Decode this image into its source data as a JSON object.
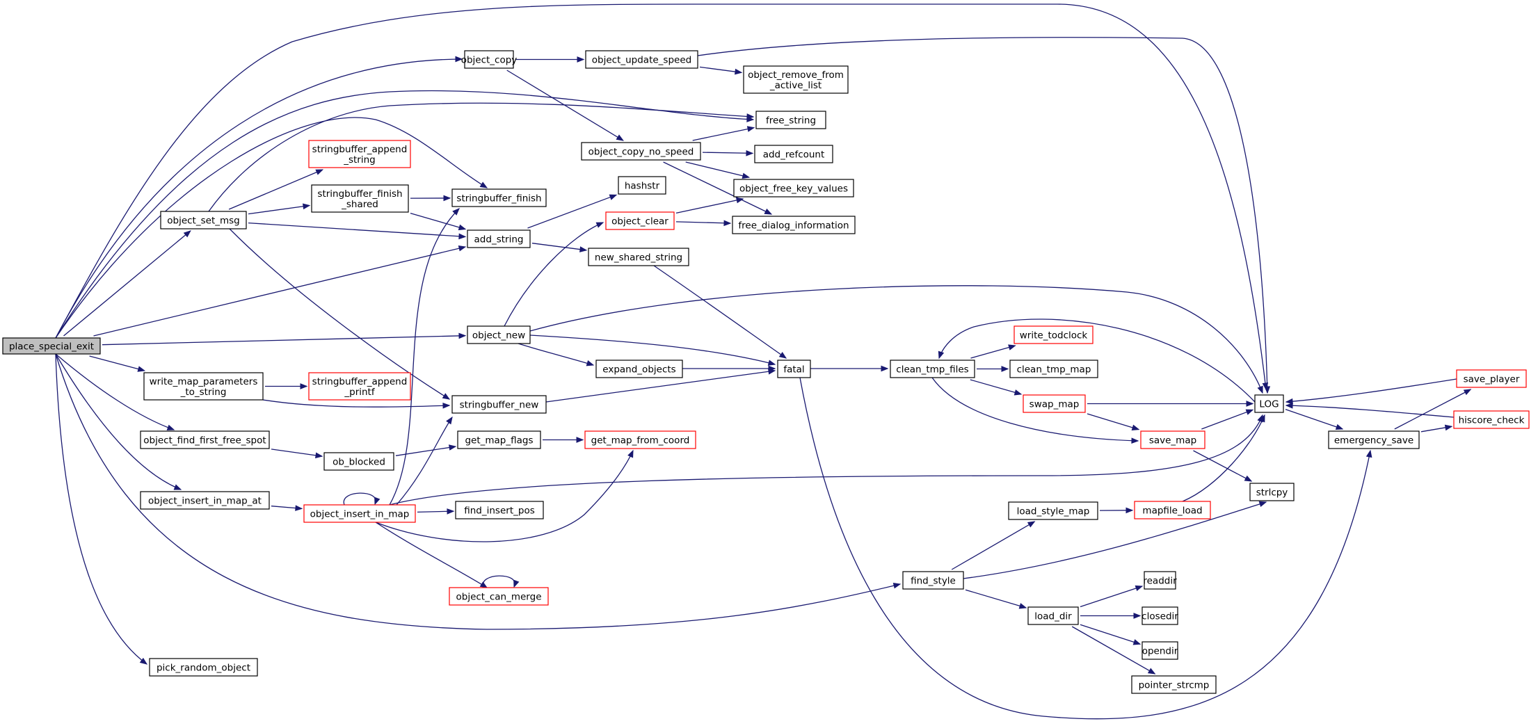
{
  "diagram": {
    "type": "call-graph",
    "root": "place_special_exit",
    "nodes": [
      {
        "id": "place_special_exit",
        "label": [
          "place_special_exit"
        ],
        "style": "root"
      },
      {
        "id": "object_copy",
        "label": [
          "object_copy"
        ],
        "style": "normal"
      },
      {
        "id": "object_update_speed",
        "label": [
          "object_update_speed"
        ],
        "style": "normal"
      },
      {
        "id": "object_remove_from_active_list",
        "label": [
          "object_remove_from",
          "_active_list"
        ],
        "style": "normal"
      },
      {
        "id": "free_string",
        "label": [
          "free_string"
        ],
        "style": "normal"
      },
      {
        "id": "stringbuffer_append_string",
        "label": [
          "stringbuffer_append",
          "_string"
        ],
        "style": "red"
      },
      {
        "id": "object_copy_no_speed",
        "label": [
          "object_copy_no_speed"
        ],
        "style": "normal"
      },
      {
        "id": "add_refcount",
        "label": [
          "add_refcount"
        ],
        "style": "normal"
      },
      {
        "id": "hashstr",
        "label": [
          "hashstr"
        ],
        "style": "normal"
      },
      {
        "id": "object_free_key_values",
        "label": [
          "object_free_key_values"
        ],
        "style": "normal"
      },
      {
        "id": "stringbuffer_finish_shared",
        "label": [
          "stringbuffer_finish",
          "_shared"
        ],
        "style": "normal"
      },
      {
        "id": "stringbuffer_finish",
        "label": [
          "stringbuffer_finish"
        ],
        "style": "normal"
      },
      {
        "id": "object_set_msg",
        "label": [
          "object_set_msg"
        ],
        "style": "normal"
      },
      {
        "id": "object_clear",
        "label": [
          "object_clear"
        ],
        "style": "red"
      },
      {
        "id": "free_dialog_information",
        "label": [
          "free_dialog_information"
        ],
        "style": "normal"
      },
      {
        "id": "add_string",
        "label": [
          "add_string"
        ],
        "style": "normal"
      },
      {
        "id": "new_shared_string",
        "label": [
          "new_shared_string"
        ],
        "style": "normal"
      },
      {
        "id": "object_new",
        "label": [
          "object_new"
        ],
        "style": "normal"
      },
      {
        "id": "write_todclock",
        "label": [
          "write_todclock"
        ],
        "style": "red"
      },
      {
        "id": "expand_objects",
        "label": [
          "expand_objects"
        ],
        "style": "normal"
      },
      {
        "id": "fatal",
        "label": [
          "fatal"
        ],
        "style": "normal"
      },
      {
        "id": "clean_tmp_files",
        "label": [
          "clean_tmp_files"
        ],
        "style": "normal"
      },
      {
        "id": "clean_tmp_map",
        "label": [
          "clean_tmp_map"
        ],
        "style": "normal"
      },
      {
        "id": "write_map_parameters_to_string",
        "label": [
          "write_map_parameters",
          "_to_string"
        ],
        "style": "normal"
      },
      {
        "id": "stringbuffer_append_printf",
        "label": [
          "stringbuffer_append",
          "_printf"
        ],
        "style": "red"
      },
      {
        "id": "save_player",
        "label": [
          "save_player"
        ],
        "style": "red"
      },
      {
        "id": "swap_map",
        "label": [
          "swap_map"
        ],
        "style": "red"
      },
      {
        "id": "LOG",
        "label": [
          "LOG"
        ],
        "style": "normal"
      },
      {
        "id": "stringbuffer_new",
        "label": [
          "stringbuffer_new"
        ],
        "style": "normal"
      },
      {
        "id": "hiscore_check",
        "label": [
          "hiscore_check"
        ],
        "style": "red"
      },
      {
        "id": "object_find_first_free_spot",
        "label": [
          "object_find_first_free_spot"
        ],
        "style": "normal"
      },
      {
        "id": "get_map_flags",
        "label": [
          "get_map_flags"
        ],
        "style": "normal"
      },
      {
        "id": "get_map_from_coord",
        "label": [
          "get_map_from_coord"
        ],
        "style": "red"
      },
      {
        "id": "save_map",
        "label": [
          "save_map"
        ],
        "style": "red"
      },
      {
        "id": "emergency_save",
        "label": [
          "emergency_save"
        ],
        "style": "normal"
      },
      {
        "id": "ob_blocked",
        "label": [
          "ob_blocked"
        ],
        "style": "normal"
      },
      {
        "id": "strlcpy",
        "label": [
          "strlcpy"
        ],
        "style": "normal"
      },
      {
        "id": "object_insert_in_map_at",
        "label": [
          "object_insert_in_map_at"
        ],
        "style": "normal"
      },
      {
        "id": "object_insert_in_map",
        "label": [
          "object_insert_in_map"
        ],
        "style": "red"
      },
      {
        "id": "find_insert_pos",
        "label": [
          "find_insert_pos"
        ],
        "style": "normal"
      },
      {
        "id": "load_style_map",
        "label": [
          "load_style_map"
        ],
        "style": "normal"
      },
      {
        "id": "mapfile_load",
        "label": [
          "mapfile_load"
        ],
        "style": "red"
      },
      {
        "id": "find_style",
        "label": [
          "find_style"
        ],
        "style": "normal"
      },
      {
        "id": "readdir",
        "label": [
          "readdir"
        ],
        "style": "normal"
      },
      {
        "id": "object_can_merge",
        "label": [
          "object_can_merge"
        ],
        "style": "red"
      },
      {
        "id": "load_dir",
        "label": [
          "load_dir"
        ],
        "style": "normal"
      },
      {
        "id": "closedir",
        "label": [
          "closedir"
        ],
        "style": "normal"
      },
      {
        "id": "opendir",
        "label": [
          "opendir"
        ],
        "style": "normal"
      },
      {
        "id": "pointer_strcmp",
        "label": [
          "pointer_strcmp"
        ],
        "style": "normal"
      },
      {
        "id": "pick_random_object",
        "label": [
          "pick_random_object"
        ],
        "style": "normal"
      }
    ],
    "edges": [
      [
        "place_special_exit",
        "object_copy"
      ],
      [
        "place_special_exit",
        "LOG"
      ],
      [
        "place_special_exit",
        "free_string"
      ],
      [
        "place_special_exit",
        "stringbuffer_finish"
      ],
      [
        "place_special_exit",
        "object_set_msg"
      ],
      [
        "place_special_exit",
        "add_string"
      ],
      [
        "place_special_exit",
        "object_new"
      ],
      [
        "place_special_exit",
        "write_map_parameters_to_string"
      ],
      [
        "place_special_exit",
        "object_find_first_free_spot"
      ],
      [
        "place_special_exit",
        "object_insert_in_map_at"
      ],
      [
        "place_special_exit",
        "find_style"
      ],
      [
        "place_special_exit",
        "pick_random_object"
      ],
      [
        "object_copy",
        "object_update_speed"
      ],
      [
        "object_copy",
        "object_copy_no_speed"
      ],
      [
        "object_update_speed",
        "object_remove_from_active_list"
      ],
      [
        "object_update_speed",
        "LOG"
      ],
      [
        "object_copy_no_speed",
        "free_string"
      ],
      [
        "object_copy_no_speed",
        "add_refcount"
      ],
      [
        "object_copy_no_speed",
        "object_free_key_values"
      ],
      [
        "object_copy_no_speed",
        "free_dialog_information"
      ],
      [
        "object_set_msg",
        "free_string"
      ],
      [
        "object_set_msg",
        "stringbuffer_append_string"
      ],
      [
        "object_set_msg",
        "stringbuffer_finish_shared"
      ],
      [
        "object_set_msg",
        "add_string"
      ],
      [
        "object_set_msg",
        "stringbuffer_new"
      ],
      [
        "stringbuffer_finish_shared",
        "stringbuffer_finish"
      ],
      [
        "stringbuffer_finish_shared",
        "add_string"
      ],
      [
        "add_string",
        "hashstr"
      ],
      [
        "add_string",
        "new_shared_string"
      ],
      [
        "new_shared_string",
        "fatal"
      ],
      [
        "object_new",
        "object_clear"
      ],
      [
        "object_new",
        "LOG"
      ],
      [
        "object_new",
        "fatal"
      ],
      [
        "object_new",
        "expand_objects"
      ],
      [
        "object_clear",
        "object_free_key_values"
      ],
      [
        "object_clear",
        "free_dialog_information"
      ],
      [
        "expand_objects",
        "fatal"
      ],
      [
        "fatal",
        "clean_tmp_files"
      ],
      [
        "fatal",
        "emergency_save"
      ],
      [
        "clean_tmp_files",
        "write_todclock"
      ],
      [
        "clean_tmp_files",
        "clean_tmp_map"
      ],
      [
        "clean_tmp_files",
        "swap_map"
      ],
      [
        "clean_tmp_files",
        "save_map"
      ],
      [
        "swap_map",
        "LOG"
      ],
      [
        "swap_map",
        "save_map"
      ],
      [
        "save_map",
        "LOG"
      ],
      [
        "save_map",
        "strlcpy"
      ],
      [
        "LOG",
        "clean_tmp_files"
      ],
      [
        "LOG",
        "emergency_save"
      ],
      [
        "emergency_save",
        "save_player"
      ],
      [
        "emergency_save",
        "hiscore_check"
      ],
      [
        "save_player",
        "LOG"
      ],
      [
        "hiscore_check",
        "LOG"
      ],
      [
        "write_map_parameters_to_string",
        "stringbuffer_append_printf"
      ],
      [
        "write_map_parameters_to_string",
        "stringbuffer_new"
      ],
      [
        "stringbuffer_new",
        "fatal"
      ],
      [
        "object_find_first_free_spot",
        "ob_blocked"
      ],
      [
        "ob_blocked",
        "get_map_flags"
      ],
      [
        "get_map_flags",
        "get_map_from_coord"
      ],
      [
        "object_insert_in_map_at",
        "object_insert_in_map"
      ],
      [
        "object_insert_in_map",
        "object_insert_in_map"
      ],
      [
        "object_insert_in_map",
        "stringbuffer_finish"
      ],
      [
        "object_insert_in_map",
        "stringbuffer_new"
      ],
      [
        "object_insert_in_map",
        "LOG"
      ],
      [
        "object_insert_in_map",
        "find_insert_pos"
      ],
      [
        "object_insert_in_map",
        "get_map_from_coord"
      ],
      [
        "object_insert_in_map",
        "object_can_merge"
      ],
      [
        "object_can_merge",
        "object_can_merge"
      ],
      [
        "find_style",
        "load_style_map"
      ],
      [
        "find_style",
        "strlcpy"
      ],
      [
        "find_style",
        "load_dir"
      ],
      [
        "load_style_map",
        "mapfile_load"
      ],
      [
        "mapfile_load",
        "LOG"
      ],
      [
        "load_dir",
        "readdir"
      ],
      [
        "load_dir",
        "closedir"
      ],
      [
        "load_dir",
        "opendir"
      ],
      [
        "load_dir",
        "pointer_strcmp"
      ]
    ],
    "colors": {
      "edge": "#191970",
      "node_border": "#000000",
      "external_node_border": "#ff0000",
      "root_fill": "#bfbfbf",
      "node_fill": "#ffffff"
    }
  }
}
